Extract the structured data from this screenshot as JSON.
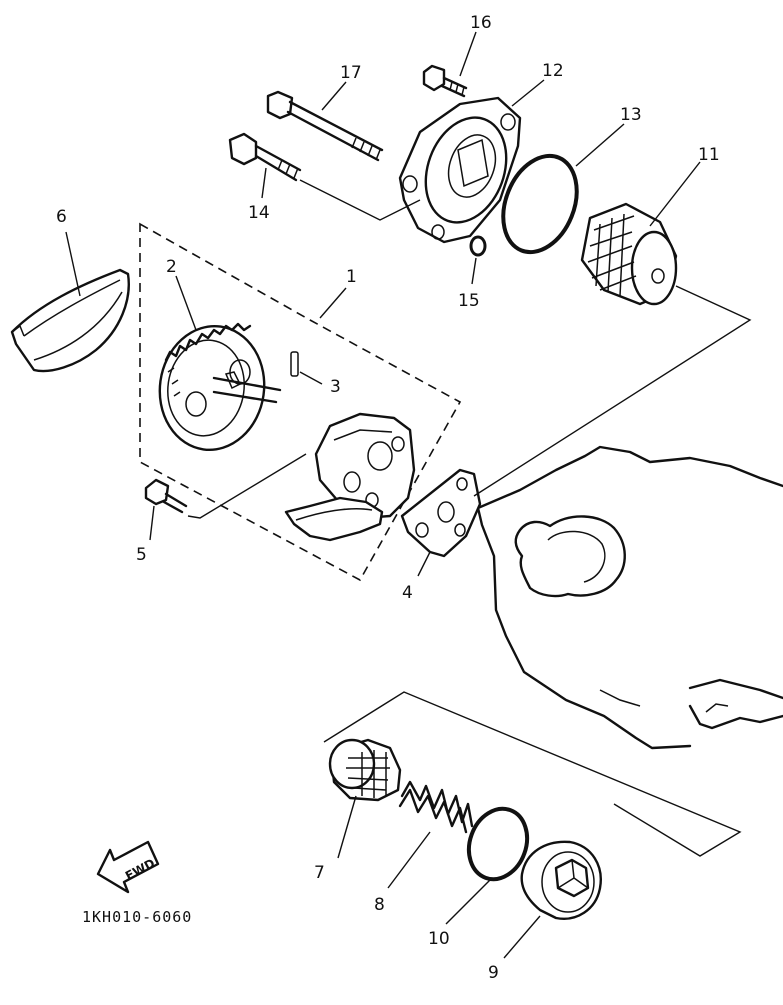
{
  "diagram": {
    "part_labels": {
      "p1": "1",
      "p2": "2",
      "p3": "3",
      "p4": "4",
      "p5": "5",
      "p6": "6",
      "p7": "7",
      "p8": "8",
      "p9": "9",
      "p10": "10",
      "p11": "11",
      "p12": "12",
      "p13": "13",
      "p14": "14",
      "p15": "15",
      "p16": "16",
      "p17": "17"
    },
    "direction_marker": "FWD",
    "drawing_code": "1KH010-6060"
  }
}
